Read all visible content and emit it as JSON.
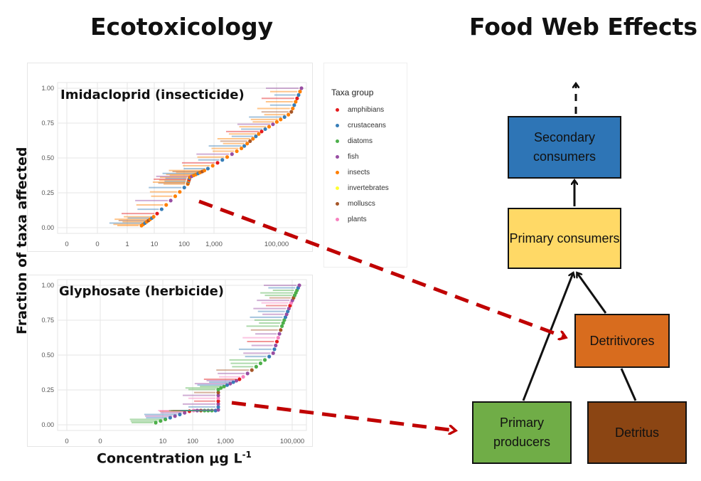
{
  "headings": {
    "left": "Ecotoxicology",
    "right": "Food Web Effects"
  },
  "axis": {
    "ylabel": "Fraction of taxa affected",
    "xlabel": "Concentration μg L",
    "xlabel_exp": "-1"
  },
  "panels": [
    {
      "title": "Imidacloprid (insecticide)",
      "xticks": [
        "0",
        "0",
        "1",
        "10",
        "100",
        "1,000",
        "100,000"
      ],
      "yticks": [
        "1.00",
        "0.75",
        "0.50",
        "0.25",
        "0.00"
      ]
    },
    {
      "title": "Glyphosate (herbicide)",
      "xticks": [
        "0",
        "0",
        "10",
        "100",
        "1,000",
        "100,000"
      ],
      "yticks": [
        "1.00",
        "0.75",
        "0.50",
        "0.25",
        "0.00"
      ]
    }
  ],
  "legend": {
    "title": "Taxa group",
    "items": [
      {
        "label": "amphibians",
        "color": "#e41a1c"
      },
      {
        "label": "crustaceans",
        "color": "#377eb8"
      },
      {
        "label": "diatoms",
        "color": "#4daf4a"
      },
      {
        "label": "fish",
        "color": "#984ea3"
      },
      {
        "label": "insects",
        "color": "#ff7f00"
      },
      {
        "label": "invertebrates",
        "color": "#ffff33"
      },
      {
        "label": "molluscs",
        "color": "#a65628"
      },
      {
        "label": "plants",
        "color": "#f781bf"
      }
    ]
  },
  "foodweb": {
    "secondary": {
      "label": "Secondary consumers",
      "color": "#2e75b6"
    },
    "primary_consumers": {
      "label": "Primary consumers",
      "color": "#ffd966"
    },
    "detritivores": {
      "label": "Detritivores",
      "color": "#d86c1e"
    },
    "primary_producers": {
      "label": "Primary producers",
      "color": "#70ad47"
    },
    "detritus": {
      "label": "Detritus",
      "color": "#8b4513"
    }
  }
}
